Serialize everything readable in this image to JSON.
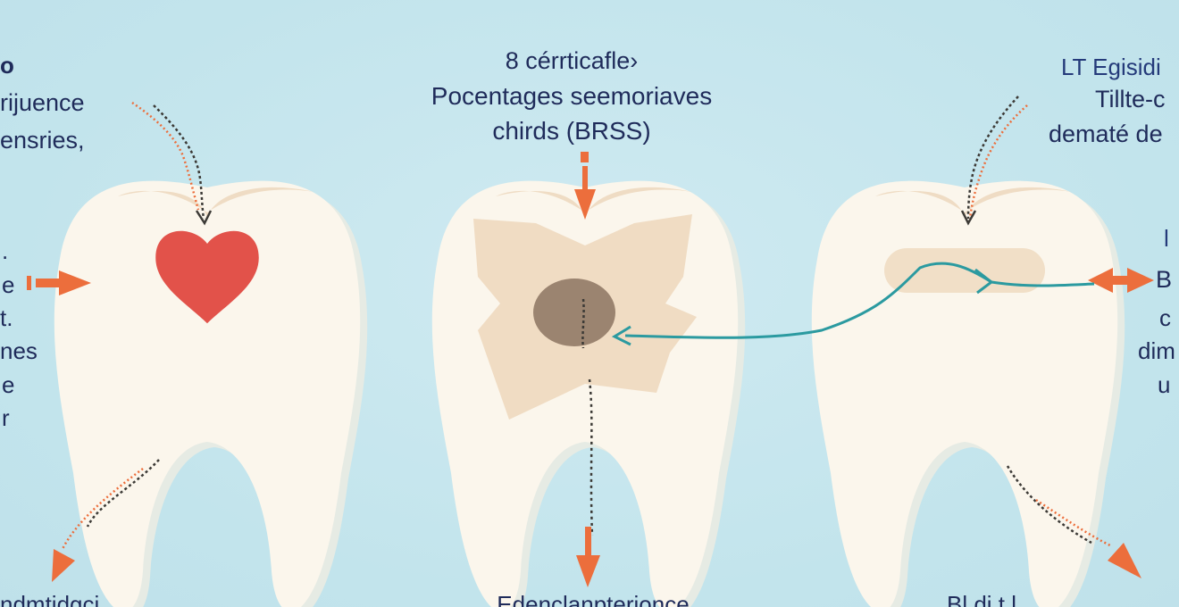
{
  "left_panel": {
    "title": "o",
    "lines": [
      "rijuence",
      "ensries,"
    ],
    "side_lines": [
      ".",
      "e",
      "t.",
      "nes",
      "e",
      "r"
    ],
    "bottom": "ndmtidgci"
  },
  "center_panel": {
    "title": "8 cérrticafle›",
    "subtitle": "Pocentages seemoriaves",
    "line3": "chirds (BRSS)",
    "bottom": "Edenclanpterionce"
  },
  "right_panel": {
    "title": "LT Egisidi",
    "lines": [
      "Tillte-c",
      "dematé de"
    ],
    "side_title": "l",
    "side_lines": [
      "B",
      "c",
      "dim",
      "u"
    ],
    "bottom": "Bl di   t      l"
  },
  "colors": {
    "background": "#c5e6ee",
    "tooth": "#fbf5ea",
    "tooth_shadow": "#e9ece4",
    "enamel_cap": "#efdcc4",
    "heart": "#e2524a",
    "arrow_orange": "#ec6e3c",
    "arrow_teal": "#2b9aa0",
    "decay": "#9b8470",
    "text": "#1f2b5a"
  }
}
